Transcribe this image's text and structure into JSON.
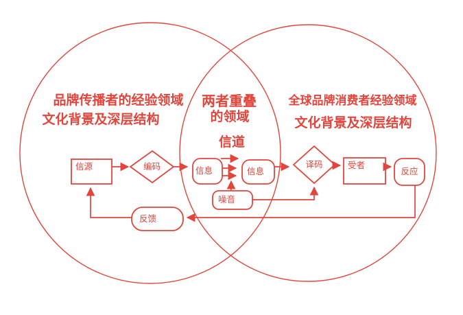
{
  "colors": {
    "accent": "#e2453c"
  },
  "regions": {
    "left": {
      "line1": "品牌传播者的经验领域",
      "line2": "文化背景及深层结构"
    },
    "overlap": {
      "line1": "两者重叠",
      "line2": "的领域",
      "channel": "信道"
    },
    "right": {
      "line1": "全球品牌消费者经验领域",
      "line2": "文化背景及深层结构"
    }
  },
  "nodes": {
    "source": {
      "label": "信源",
      "shape": "rectangle"
    },
    "encode": {
      "label": "编码",
      "shape": "diamond"
    },
    "message_left": {
      "label": "信息",
      "shape": "rounded-rectangle"
    },
    "message_right": {
      "label": "信息",
      "shape": "rounded-rectangle"
    },
    "decode": {
      "label": "译码",
      "shape": "diamond"
    },
    "receiver": {
      "label": "受者",
      "shape": "rectangle"
    },
    "response": {
      "label": "反应",
      "shape": "rounded-rectangle"
    },
    "noise": {
      "label": "噪音",
      "shape": "rounded-rectangle"
    },
    "feedback": {
      "label": "反馈",
      "shape": "rounded-rectangle"
    }
  }
}
